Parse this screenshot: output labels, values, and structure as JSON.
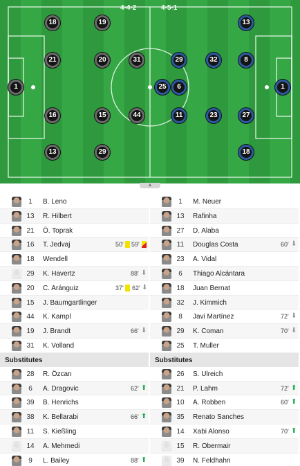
{
  "formations": {
    "home": "4-4-2",
    "away": "4-5-1"
  },
  "pitch": {
    "home": [
      "1",
      "16",
      "21",
      "13",
      "15",
      "20",
      "44",
      "29",
      "19",
      "18",
      "31"
    ],
    "away": [
      "1",
      "8",
      "27",
      "32",
      "23",
      "18",
      "6",
      "25",
      "29",
      "11",
      "13"
    ]
  },
  "handle_icon": "chevron-up-icon",
  "colors": {
    "pitch_dark": "#2e9a3d",
    "pitch_light": "#36a745",
    "sub_in": "#22aa55",
    "yellow_card": "#f2e200",
    "red_card": "#e02020"
  },
  "home": {
    "starters": [
      {
        "num": "1",
        "name": "B. Leno"
      },
      {
        "num": "13",
        "name": "R. Hilbert"
      },
      {
        "num": "21",
        "name": "Ö. Toprak"
      },
      {
        "num": "16",
        "name": "T. Jedvaj",
        "yellow": "50'",
        "second_yellow": "59'"
      },
      {
        "num": "18",
        "name": "Wendell"
      },
      {
        "num": "29",
        "name": "K. Havertz",
        "sub_off": "88'"
      },
      {
        "num": "20",
        "name": "C. Aránguiz",
        "yellow": "37'",
        "sub_off": "62'"
      },
      {
        "num": "15",
        "name": "J. Baumgartlinger"
      },
      {
        "num": "44",
        "name": "K. Kampl"
      },
      {
        "num": "19",
        "name": "J. Brandt",
        "sub_off": "66'"
      },
      {
        "num": "31",
        "name": "K. Volland"
      }
    ],
    "subs_label": "Substitutes",
    "subs": [
      {
        "num": "28",
        "name": "R. Özcan"
      },
      {
        "num": "6",
        "name": "A. Dragovic",
        "sub_on": "62'"
      },
      {
        "num": "39",
        "name": "B. Henrichs"
      },
      {
        "num": "38",
        "name": "K. Bellarabi",
        "sub_on": "66'"
      },
      {
        "num": "11",
        "name": "S. Kießling"
      },
      {
        "num": "14",
        "name": "A. Mehmedi"
      },
      {
        "num": "9",
        "name": "L. Bailey",
        "sub_on": "88'"
      }
    ]
  },
  "away": {
    "starters": [
      {
        "num": "1",
        "name": "M. Neuer"
      },
      {
        "num": "13",
        "name": "Rafinha"
      },
      {
        "num": "27",
        "name": "D. Alaba"
      },
      {
        "num": "11",
        "name": "Douglas Costa",
        "sub_off": "60'"
      },
      {
        "num": "23",
        "name": "A. Vidal"
      },
      {
        "num": "6",
        "name": "Thiago Alcántara"
      },
      {
        "num": "18",
        "name": "Juan Bernat"
      },
      {
        "num": "32",
        "name": "J. Kimmich"
      },
      {
        "num": "8",
        "name": "Javi Martínez",
        "sub_off": "72'"
      },
      {
        "num": "29",
        "name": "K. Coman",
        "sub_off": "70'"
      },
      {
        "num": "25",
        "name": "T. Muller"
      }
    ],
    "subs_label": "Substitutes",
    "subs": [
      {
        "num": "26",
        "name": "S. Ulreich"
      },
      {
        "num": "21",
        "name": "P. Lahm",
        "sub_on": "72'"
      },
      {
        "num": "10",
        "name": "A. Robben",
        "sub_on": "60'"
      },
      {
        "num": "35",
        "name": "Renato Sanches"
      },
      {
        "num": "14",
        "name": "Xabi Alonso",
        "sub_on": "70'"
      },
      {
        "num": "15",
        "name": "R. Obermair"
      },
      {
        "num": "39",
        "name": "N. Feldhahn"
      }
    ]
  }
}
